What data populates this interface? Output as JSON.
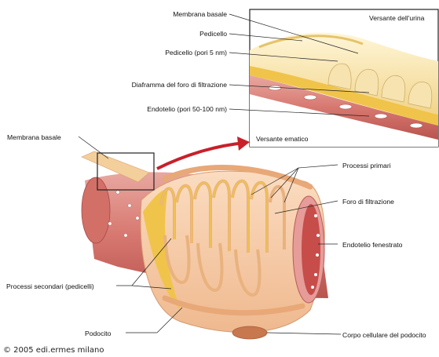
{
  "diagram": {
    "labels": {
      "membrana_basale_top": "Membrana basale",
      "pedicello": "Pedicello",
      "pedicello_pori": "Pedicello (pori 5 nm)",
      "diaframma": "Diaframma del foro di filtrazione",
      "endotelio_pori": "Endotelio (pori 50-100 nm)",
      "versante_urina": "Versante dell'urina",
      "versante_ematico": "Versante ematico",
      "membrana_basale_left": "Membrana basale",
      "processi_primari": "Processi primari",
      "foro_filtrazione": "Foro di filtrazione",
      "endotelio_fenestrato": "Endotelio fenestrato",
      "processi_secondari": "Processi secondari (pedicelli)",
      "podocito": "Podocito",
      "corpo_cellulare": "Corpo cellulare del podocito"
    },
    "copyright": "© 2005 edi.ermes milano"
  }
}
